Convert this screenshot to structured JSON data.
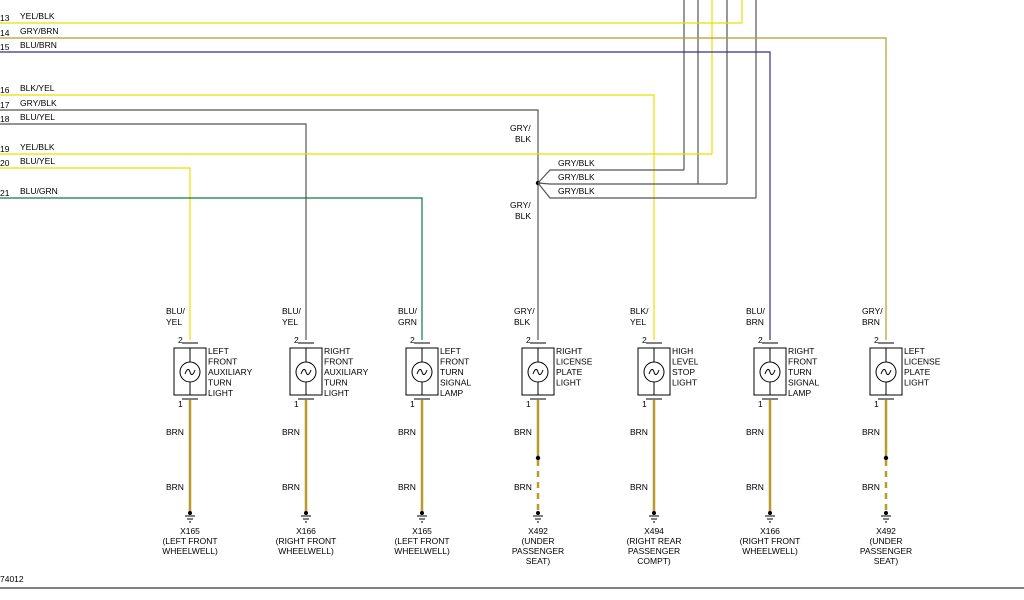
{
  "colors": {
    "yellow": "#e8e000",
    "tan": "#b89a2e",
    "purple": "#3a2a8a",
    "dark": "#555555",
    "green": "#0b7a4a"
  },
  "bus_wires": [
    {
      "num": "13",
      "label": "YEL/BLK",
      "color": "yellow"
    },
    {
      "num": "14",
      "label": "GRY/BRN",
      "color": "tan"
    },
    {
      "num": "15",
      "label": "BLU/BRN",
      "color": "purple"
    },
    {
      "num": "16",
      "label": "BLK/YEL",
      "color": "yellow"
    },
    {
      "num": "17",
      "label": "GRY/BLK",
      "color": "dark"
    },
    {
      "num": "18",
      "label": "BLU/YEL",
      "color": "dark"
    },
    {
      "num": "19",
      "label": "YEL/BLK",
      "color": "yellow"
    },
    {
      "num": "20",
      "label": "BLU/YEL",
      "color": "yellow"
    },
    {
      "num": "21",
      "label": "BLU/GRN",
      "color": "green"
    }
  ],
  "splice": {
    "upper_label_1": "GRY/",
    "upper_label_2": "BLK",
    "lower_label_1": "GRY/",
    "lower_label_2": "BLK",
    "branches": [
      "GRY/BLK",
      "GRY/BLK",
      "GRY/BLK"
    ]
  },
  "components": [
    {
      "wire_1": "BLU/",
      "wire_2": "YEL",
      "name": [
        "LEFT",
        "FRONT",
        "AUXILIARY",
        "TURN",
        "LIGHT"
      ],
      "pin_top": "2",
      "pin_bottom": "1",
      "ground_wire_1": "BRN",
      "ground_wire_2": "BRN",
      "ground": [
        "X165",
        "(LEFT FRONT",
        "WHEELWELL)"
      ]
    },
    {
      "wire_1": "BLU/",
      "wire_2": "YEL",
      "name": [
        "RIGHT",
        "FRONT",
        "AUXILIARY",
        "TURN",
        "LIGHT"
      ],
      "pin_top": "2",
      "pin_bottom": "1",
      "ground_wire_1": "BRN",
      "ground_wire_2": "BRN",
      "ground": [
        "X166",
        "(RIGHT FRONT",
        "WHEELWELL)"
      ]
    },
    {
      "wire_1": "BLU/",
      "wire_2": "GRN",
      "name": [
        "LEFT",
        "FRONT",
        "TURN",
        "SIGNAL",
        "LAMP"
      ],
      "pin_top": "2",
      "pin_bottom": "1",
      "ground_wire_1": "BRN",
      "ground_wire_2": "BRN",
      "ground": [
        "X165",
        "(LEFT FRONT",
        "WHEELWELL)"
      ]
    },
    {
      "wire_1": "GRY/",
      "wire_2": "BLK",
      "name": [
        "RIGHT",
        "LICENSE",
        "PLATE",
        "LIGHT"
      ],
      "pin_top": "2",
      "pin_bottom": "1",
      "ground_wire_1": "BRN",
      "ground_wire_2": "BRN",
      "ground": [
        "X492",
        "(UNDER",
        "PASSENGER",
        "SEAT)"
      ]
    },
    {
      "wire_1": "BLK/",
      "wire_2": "YEL",
      "name": [
        "HIGH",
        "LEVEL",
        "STOP",
        "LIGHT"
      ],
      "pin_top": "2",
      "pin_bottom": "1",
      "ground_wire_1": "BRN",
      "ground_wire_2": "BRN",
      "ground": [
        "X494",
        "(RIGHT REAR",
        "PASSENGER",
        "COMPT)"
      ]
    },
    {
      "wire_1": "BLU/",
      "wire_2": "BRN",
      "name": [
        "RIGHT",
        "FRONT",
        "TURN",
        "SIGNAL",
        "LAMP"
      ],
      "pin_top": "2",
      "pin_bottom": "1",
      "ground_wire_1": "BRN",
      "ground_wire_2": "BRN",
      "ground": [
        "X166",
        "(RIGHT FRONT",
        "WHEELWELL)"
      ]
    },
    {
      "wire_1": "GRY/",
      "wire_2": "BRN",
      "name": [
        "LEFT",
        "LICENSE",
        "PLATE",
        "LIGHT"
      ],
      "pin_top": "2",
      "pin_bottom": "1",
      "ground_wire_1": "BRN",
      "ground_wire_2": "BRN",
      "ground": [
        "X492",
        "(UNDER",
        "PASSENGER",
        "SEAT)"
      ]
    }
  ],
  "figure_id": "74012"
}
